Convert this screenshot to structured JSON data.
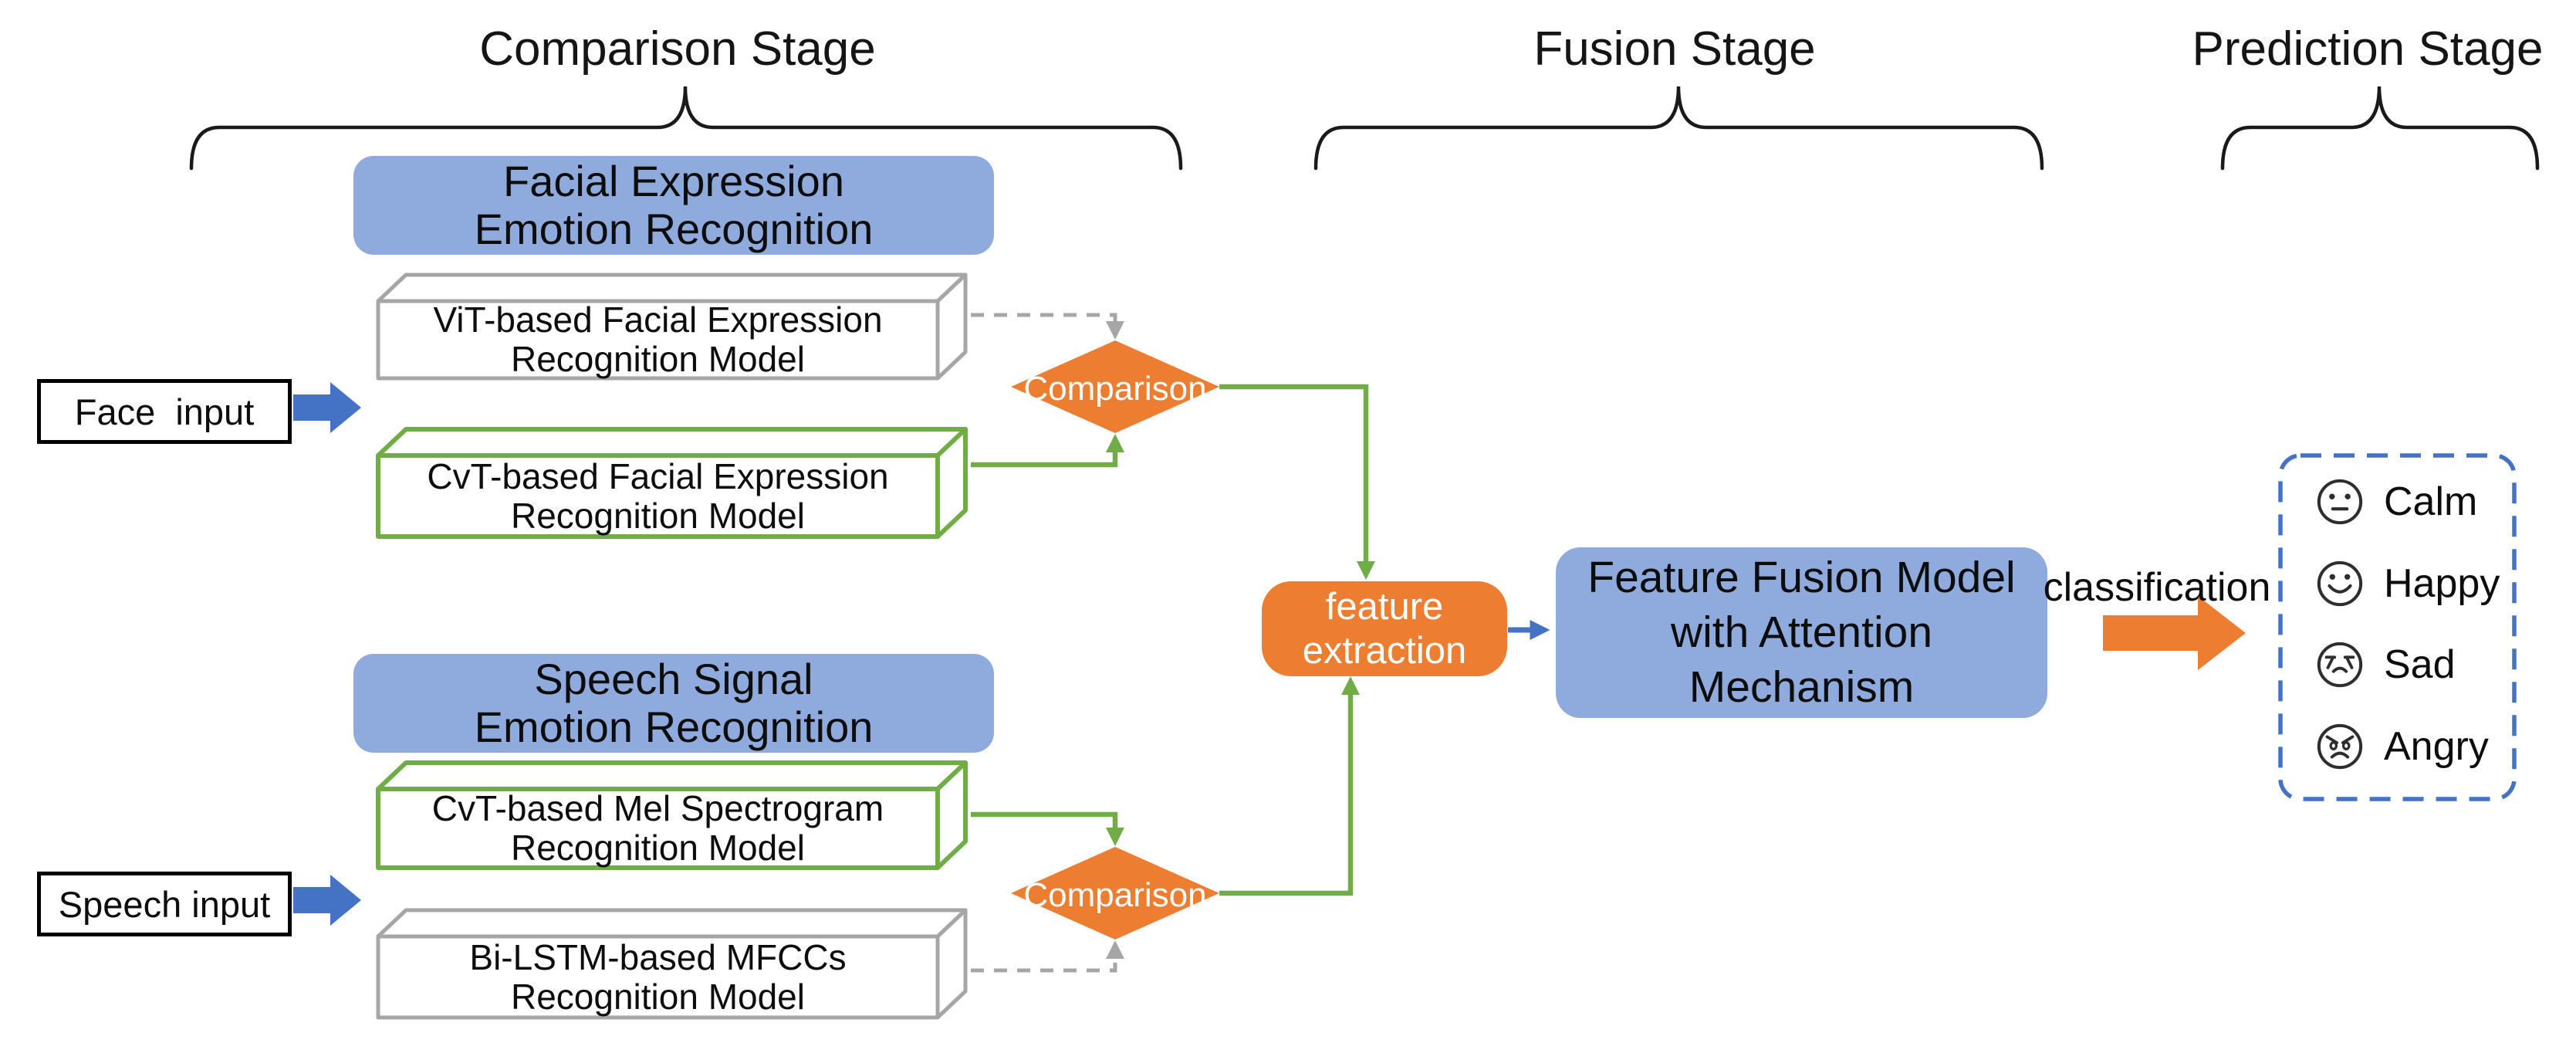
{
  "stages": [
    {
      "label": "Comparison Stage"
    },
    {
      "label": "Fusion Stage"
    },
    {
      "label": "Prediction Stage"
    }
  ],
  "face_pipeline": {
    "input_label": "Face  input",
    "group_title": {
      "line1": "Facial Expression",
      "line2": "Emotion Recognition"
    },
    "models": [
      {
        "line1": "ViT-based Facial Expression",
        "line2": "Recognition Model",
        "border": "gray",
        "connector": "dashed"
      },
      {
        "line1": "CvT-based Facial Expression",
        "line2": "Recognition Model",
        "border": "green",
        "connector": "solid"
      }
    ],
    "comparison_label": "Comparison"
  },
  "speech_pipeline": {
    "input_label": "Speech input",
    "group_title": {
      "line1": "Speech Signal",
      "line2": "Emotion Recognition"
    },
    "models": [
      {
        "line1": "CvT-based Mel Spectrogram",
        "line2": "Recognition Model",
        "border": "green",
        "connector": "solid"
      },
      {
        "line1": "Bi-LSTM-based MFCCs",
        "line2": "Recognition Model",
        "border": "gray",
        "connector": "dashed"
      }
    ],
    "comparison_label": "Comparison"
  },
  "fusion": {
    "feature_extraction": {
      "line1": "feature",
      "line2": "extraction"
    },
    "fusion_model": {
      "line1": "Feature Fusion Model",
      "line2": "with Attention",
      "line3": "Mechanism"
    },
    "classification_label": "classification"
  },
  "prediction": {
    "emotions": [
      {
        "icon": "calm-face-icon",
        "label": "Calm"
      },
      {
        "icon": "happy-face-icon",
        "label": "Happy"
      },
      {
        "icon": "sad-face-icon",
        "label": "Sad"
      },
      {
        "icon": "angry-face-icon",
        "label": "Angry"
      }
    ]
  },
  "colors": {
    "orange": "#ED7D31",
    "green": "#70AD47",
    "blue": "#4472C4",
    "light_blue": "#8FAADC",
    "gray": "#A6A6A6"
  }
}
